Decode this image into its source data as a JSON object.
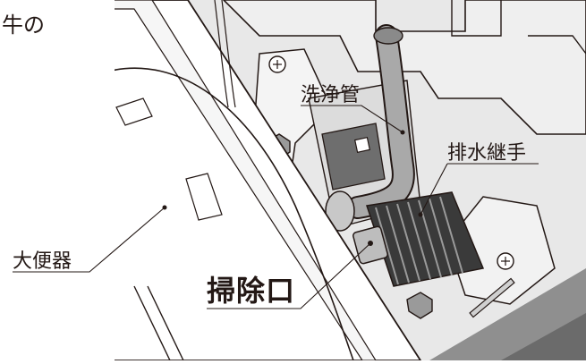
{
  "labels": {
    "top_fragment": "牛の",
    "wash_pipe": "洗浄管",
    "drain_joint": "排水継手",
    "toilet_bowl": "大便器",
    "cleanout_port": "掃除口"
  },
  "colors": {
    "ink": "#231815",
    "light_gray": "#e6e6e6",
    "mid_gray": "#bdbdbd",
    "dark_gray": "#4d4d4d",
    "background": "#ffffff"
  }
}
